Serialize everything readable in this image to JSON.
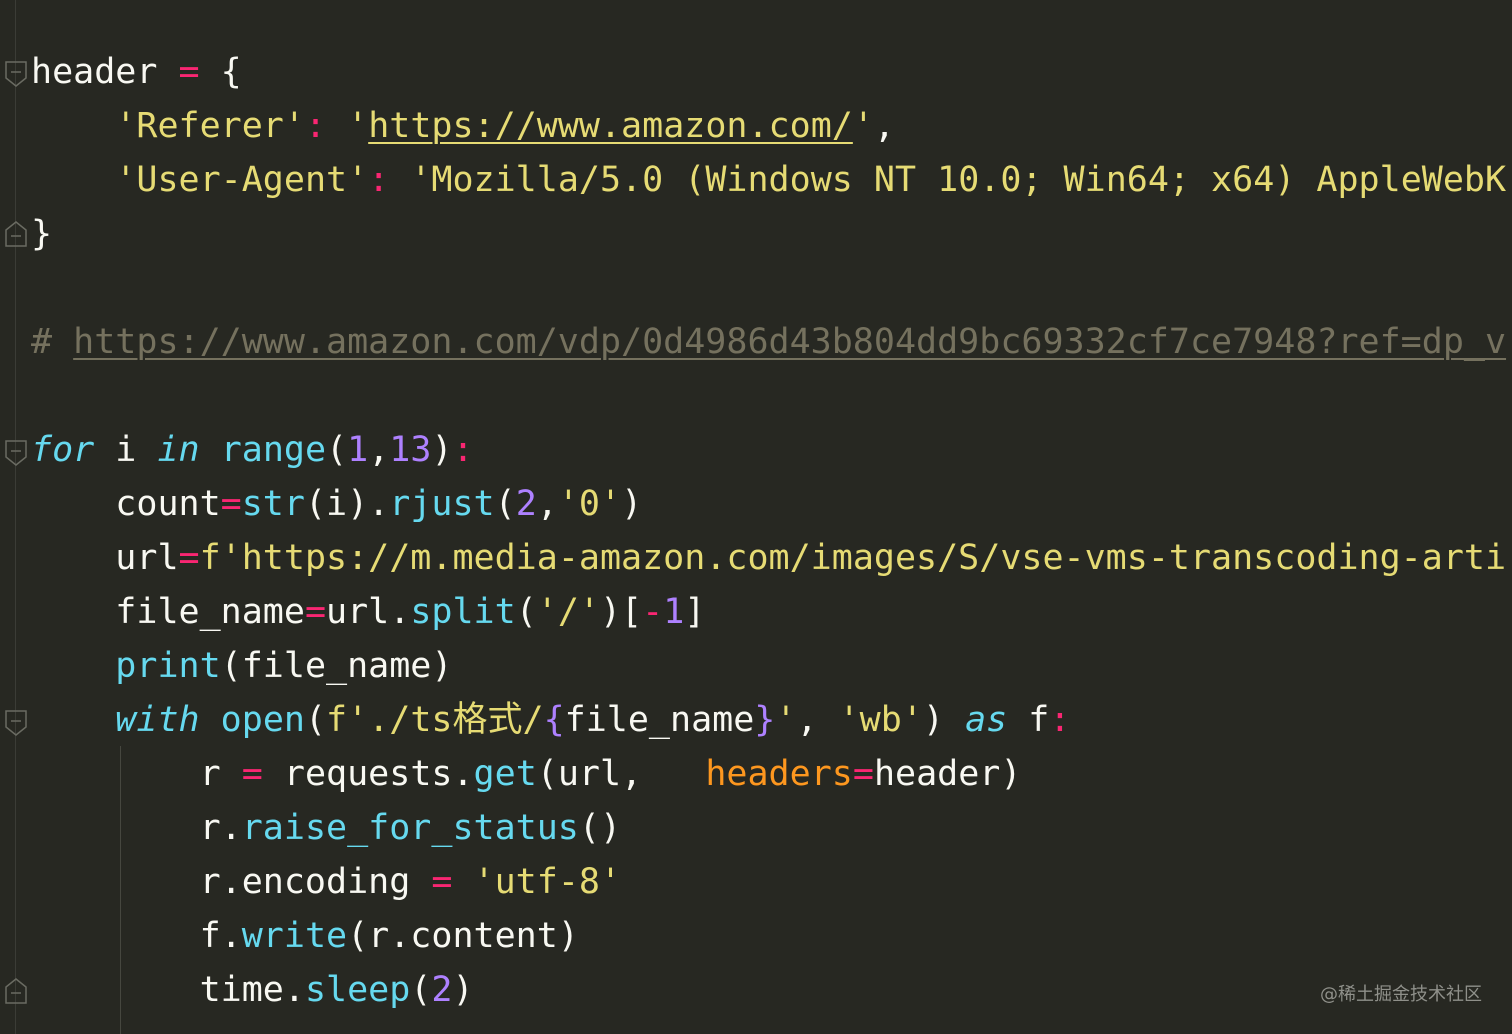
{
  "code": {
    "l1": {
      "var": "header",
      "op": "=",
      "brace": "{"
    },
    "l2": {
      "key": "'Referer'",
      "colon": ":",
      "q1": "'",
      "url": "https://www.amazon.com/",
      "q2": "'",
      "comma": ","
    },
    "l3": {
      "key": "'User-Agent'",
      "colon": ":",
      "val": "'Mozilla/5.0 (Windows NT 10.0; Win64; x64) AppleWebK"
    },
    "l4": {
      "brace": "}"
    },
    "l6": {
      "hash": "#",
      "url": "https://www.amazon.com/vdp/0d4986d43b804dd9bc69332cf7ce7948?ref=dp_v"
    },
    "l8": {
      "kw_for": "for",
      "var": "i",
      "kw_in": "in",
      "fn": "range",
      "open": "(",
      "n1": "1",
      "comma": ",",
      "n2": "13",
      "close": ")",
      "colon": ":"
    },
    "l9": {
      "var": "count",
      "op": "=",
      "fn": "str",
      "arg": "(i).",
      "method": "rjust",
      "open": "(",
      "num": "2",
      "comma": ",",
      "str": "'0'",
      "close": ")"
    },
    "l10": {
      "var": "url",
      "op": "=",
      "str": "f'https://m.media-amazon.com/images/S/vse-vms-transcoding-arti"
    },
    "l11": {
      "var": "file_name",
      "op": "=",
      "obj": "url.",
      "method": "split",
      "open": "(",
      "str": "'/'",
      "mid": ")[",
      "neg": "-",
      "num": "1",
      "close": "]"
    },
    "l12": {
      "fn": "print",
      "rest": "(file_name)"
    },
    "l13": {
      "kw_with": "with",
      "fn": "open",
      "open": "(",
      "str1": "f'./ts格式/",
      "lb": "{",
      "inner": "file_name",
      "rb": "}",
      "str2": "'",
      "comma": ", ",
      "str3": "'wb'",
      "close": ") ",
      "kw_as": "as",
      "f": " f",
      "colon": ":"
    },
    "l14": {
      "var": "r",
      "op": "=",
      "obj": "requests.",
      "method": "get",
      "args": "(url,   ",
      "param": "headers",
      "eq": "=",
      "rest": "header)"
    },
    "l15": {
      "obj": "r.",
      "method": "raise_for_status",
      "rest": "()"
    },
    "l16": {
      "obj": "r.encoding",
      "op": "=",
      "str": "'utf-8'"
    },
    "l17": {
      "obj": "f.",
      "method": "write",
      "rest": "(r.content)"
    },
    "l18": {
      "obj": "time.",
      "method": "sleep",
      "open": "(",
      "num": "2",
      "close": ")"
    }
  },
  "watermark": "@稀土掘金技术社区",
  "colors": {
    "background": "#272822",
    "keyword": "#66D9EF",
    "string": "#E6DB74",
    "number": "#AE81FF",
    "operator": "#F92672",
    "parameter": "#FD971F",
    "comment": "#75715E",
    "text": "#F8F8F2"
  }
}
